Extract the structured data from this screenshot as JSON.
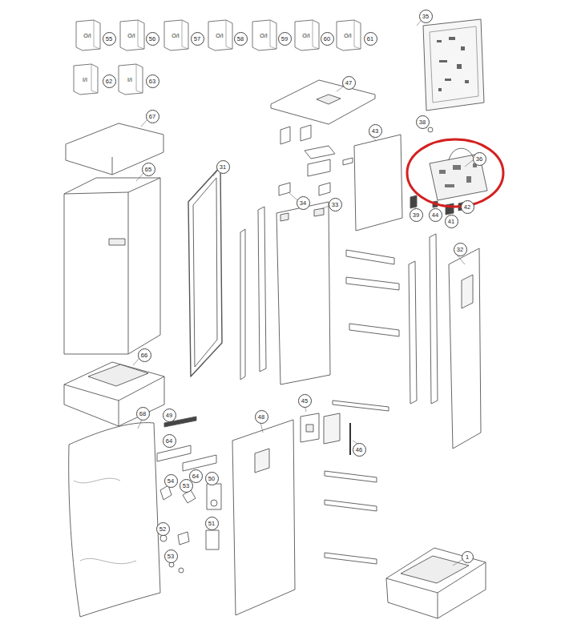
{
  "diagram": {
    "labels": [
      "O/I",
      "55",
      "O/I",
      "56",
      "O/I",
      "57",
      "O/I",
      "58",
      "O/I",
      "59",
      "O/I",
      "60",
      "O/I",
      "61",
      "I/I",
      "62",
      "I/I",
      "63",
      "35",
      "47",
      "38",
      "43",
      "36",
      "67",
      "65",
      "31",
      "34",
      "33",
      "39",
      "44",
      "41",
      "42",
      "32",
      "66",
      "68",
      "49",
      "45",
      "46",
      "48",
      "64",
      "64",
      "54",
      "53",
      "50",
      "52",
      "51",
      "53",
      "1"
    ]
  }
}
